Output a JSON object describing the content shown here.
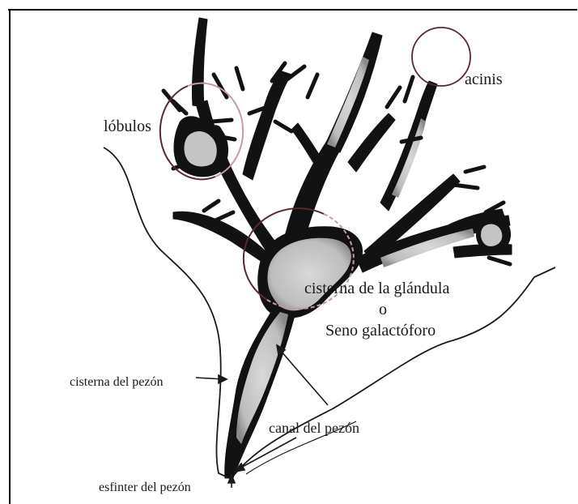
{
  "labels": {
    "acinis": "acinis",
    "lobulos": "lóbulos",
    "cisterna_glandula": "cisterna de la glándula",
    "o": "o",
    "seno": "Seno galactóforo",
    "cisterna_pezon": "cisterna del pezón",
    "canal_pezon": "canal del pezón",
    "esfinter_pezon": "esfinter del pezón"
  },
  "colors": {
    "background": "#ffffff",
    "frame": "#000000",
    "outline": "#1a1a1a",
    "duct_wall": "#121212",
    "lumen": "#c8c8c8",
    "circle_dark": "#5a2830",
    "circle_light": "#c89aa0"
  }
}
